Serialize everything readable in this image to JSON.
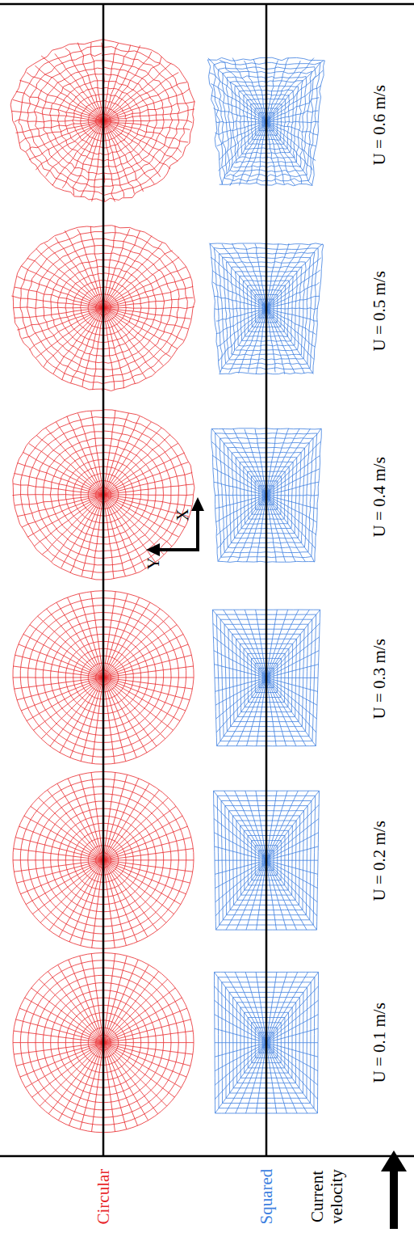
{
  "diagram": {
    "labels": [
      "Circular",
      "Squared",
      "Current velocity",
      "U = 0.1 m/s",
      "U = 0.2 m/s",
      "U = 0.3 m/s",
      "U = 0.4 m/s",
      "U = 0.5 m/s",
      "U = 0.6 m/s",
      "X",
      "Y"
    ]
  }
}
